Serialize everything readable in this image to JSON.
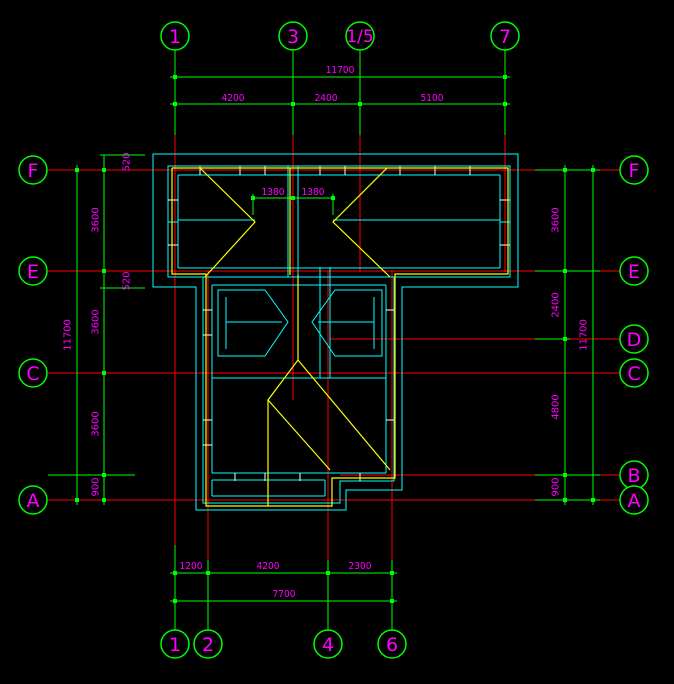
{
  "axes": {
    "top": [
      "1",
      "3",
      "1/5",
      "7"
    ],
    "bottom": [
      "1",
      "2",
      "4",
      "6"
    ],
    "left": [
      "F",
      "E",
      "C",
      "A"
    ],
    "right": [
      "F",
      "E",
      "D",
      "C",
      "B",
      "A"
    ]
  },
  "dims": {
    "top_total": "11700",
    "top_1": "4200",
    "top_2": "2400",
    "top_3": "5100",
    "inner_1": "1380",
    "inner_2": "1380",
    "bottom_1": "1200",
    "bottom_2": "4200",
    "bottom_3": "2300",
    "bottom_total": "7700",
    "left_total": "11700",
    "left_1": "3600",
    "left_2": "3600",
    "left_3": "3600",
    "left_4": "900",
    "left_520a": "520",
    "left_520b": "520",
    "right_1": "3600",
    "right_2": "2400",
    "right_3": "4800",
    "right_4": "900",
    "right_total": "11700"
  },
  "colors": {
    "background": "#000000",
    "axis_line": "#ff0000",
    "dimension_line": "#00ff00",
    "text": "#ff00ff",
    "wall": "#00ffff",
    "roof_ridge": "#ffff00"
  }
}
